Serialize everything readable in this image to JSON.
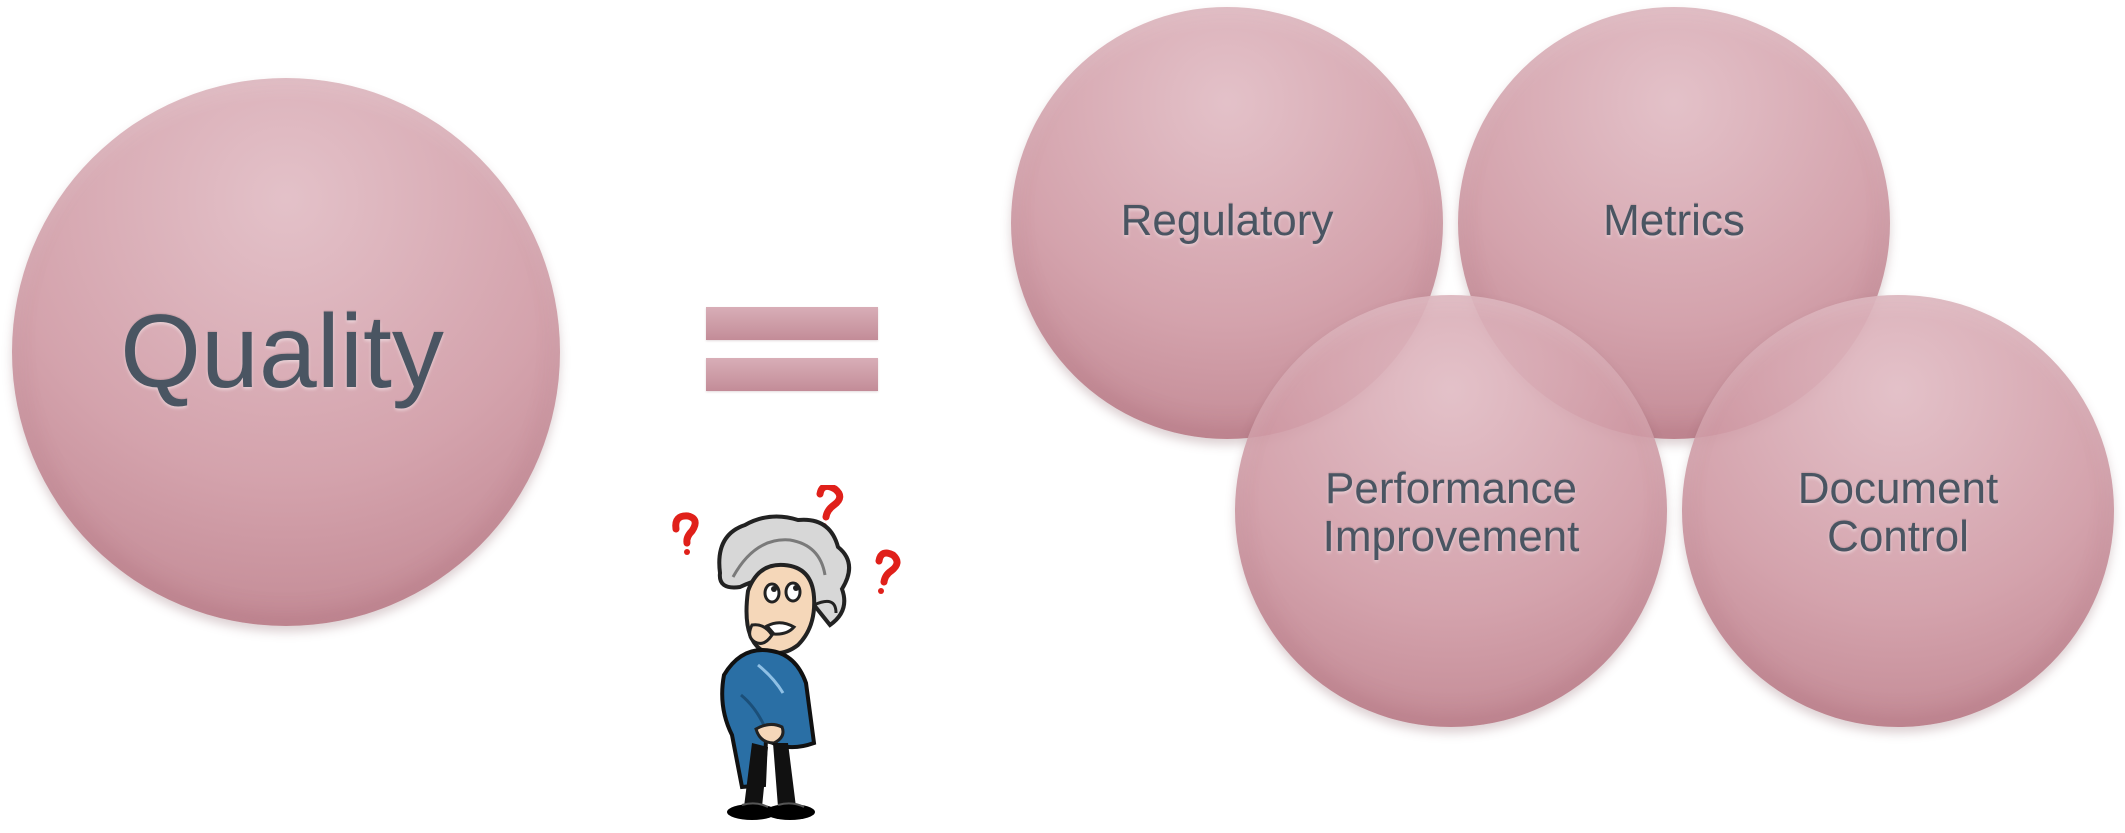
{
  "diagram": {
    "left": {
      "label": "Quality"
    },
    "operator": {
      "symbol": "="
    },
    "right": [
      {
        "id": "regulatory",
        "label": "Regulatory"
      },
      {
        "id": "metrics",
        "label": "Metrics"
      },
      {
        "id": "performance",
        "label": "Performance\nImprovement"
      },
      {
        "id": "document",
        "label": "Document\nControl"
      }
    ]
  },
  "colors": {
    "circle_light": "#e1bcc4",
    "circle_dark": "#b26e7b",
    "text": "#4a5562",
    "question_marks": "#e0201a",
    "coat": "#2a6fa5"
  },
  "illustration": {
    "icon": "confused-professor-cartoon-icon"
  }
}
